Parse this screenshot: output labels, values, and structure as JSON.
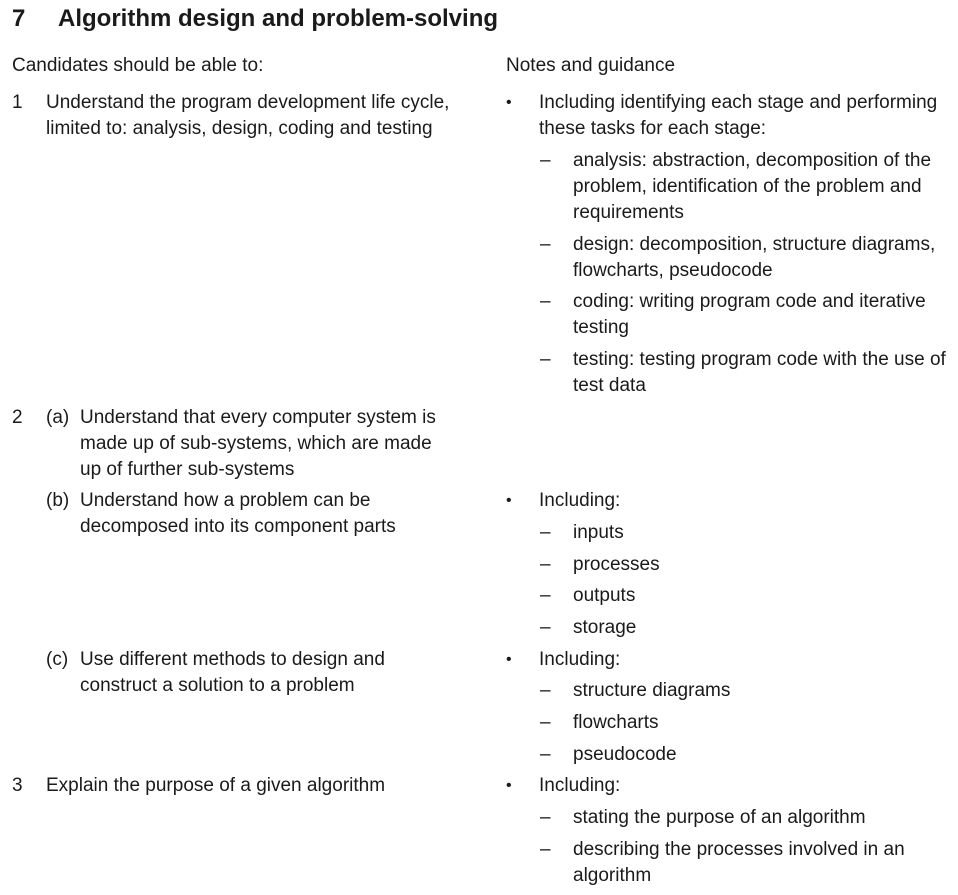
{
  "section": {
    "number": "7",
    "title": "Algorithm design and problem-solving"
  },
  "headers": {
    "left": "Candidates should be able to:",
    "right": "Notes and guidance"
  },
  "bullet_glyph": "•",
  "dash_glyph": "–",
  "items": {
    "i1": {
      "number": "1",
      "text": "Understand the program development life cycle, limited to: analysis, design, coding and testing"
    },
    "i2": {
      "number": "2"
    },
    "i2a": {
      "label": "(a)",
      "text": "Understand that every computer system is made up of sub-systems, which are made up of further sub-systems"
    },
    "i2b": {
      "label": "(b)",
      "text": "Understand how a problem can be decomposed into its component parts"
    },
    "i2c": {
      "label": "(c)",
      "text": "Use different methods to design and construct a solution to a problem"
    },
    "i3": {
      "number": "3",
      "text": "Explain the purpose of a given algorithm"
    }
  },
  "notes": {
    "n1": {
      "bullet": "Including identifying each stage and performing these tasks for each stage:",
      "subs": [
        "analysis: abstraction, decomposition of the problem, identification of the problem and requirements",
        "design: decomposition, structure diagrams, flowcharts, pseudocode",
        "coding: writing program code and iterative testing",
        "testing: testing program code with the use of test data"
      ]
    },
    "n2b": {
      "bullet": "Including:",
      "subs": [
        "inputs",
        "processes",
        "outputs",
        "storage"
      ]
    },
    "n2c": {
      "bullet": "Including:",
      "subs": [
        "structure diagrams",
        "flowcharts",
        "pseudocode"
      ]
    },
    "n3": {
      "bullet": "Including:",
      "subs": [
        "stating the purpose of an algorithm",
        "describing the processes involved in an algorithm"
      ]
    }
  }
}
